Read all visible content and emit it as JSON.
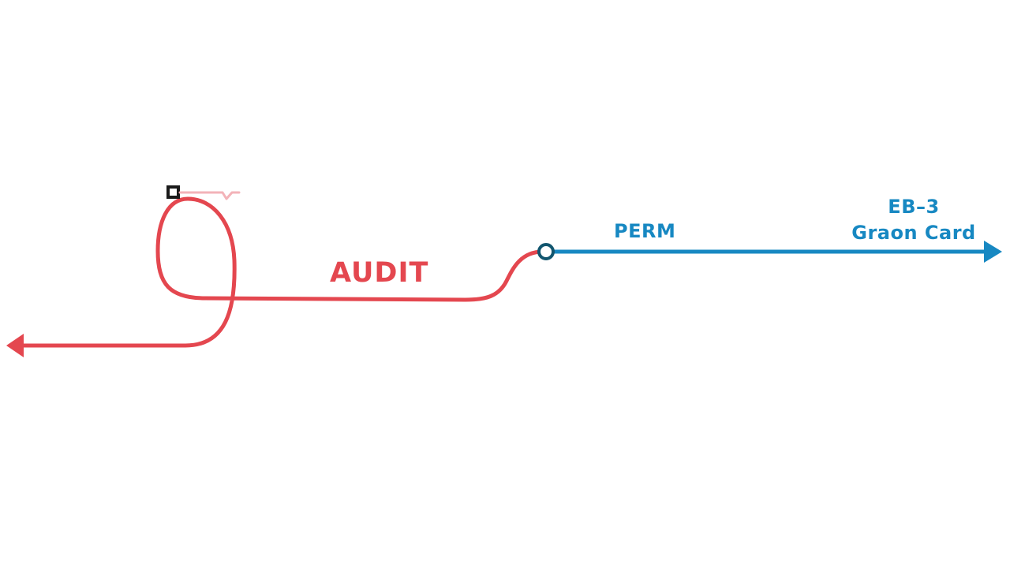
{
  "colors": {
    "audit_path": "#e4474f",
    "perm_path": "#1788c2",
    "junction": "#12566f",
    "flag": "#1a1a1a",
    "flag_tail": "#f3b3b8",
    "background": "#ffffff"
  },
  "labels": {
    "audit": "AUDIT",
    "perm": "PERM",
    "green_card_line1": "EB–3",
    "green_card_line2": "Graon Card"
  },
  "icons": {
    "junction": "open-circle-icon",
    "audit_arrow": "arrow-left-icon",
    "perm_arrow": "arrow-right-icon",
    "flag": "flag-icon"
  }
}
